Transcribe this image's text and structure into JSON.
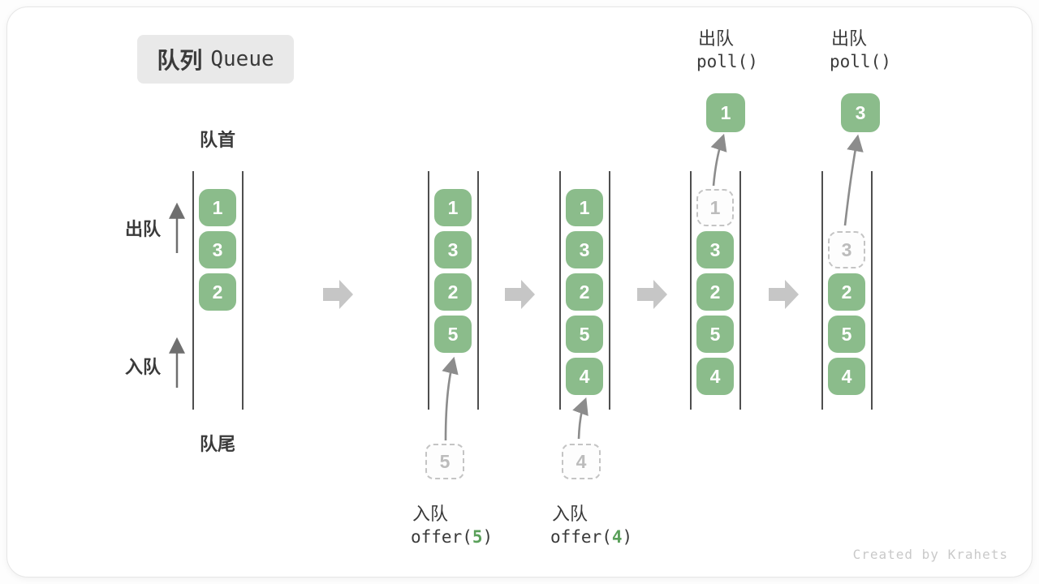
{
  "title": {
    "zh": "队列",
    "en": "Queue"
  },
  "labels": {
    "front": "队首",
    "rear": "队尾",
    "dequeue": "出队",
    "enqueue": "入队"
  },
  "queues": [
    {
      "name": "initial",
      "slots": [
        {
          "value": "1",
          "style": "solid"
        },
        {
          "value": "3",
          "style": "solid"
        },
        {
          "value": "2",
          "style": "solid"
        }
      ]
    },
    {
      "name": "after-offer-5",
      "slots": [
        {
          "value": "1",
          "style": "solid"
        },
        {
          "value": "3",
          "style": "solid"
        },
        {
          "value": "2",
          "style": "solid"
        },
        {
          "value": "5",
          "style": "solid"
        }
      ],
      "pending": {
        "value": "5"
      }
    },
    {
      "name": "after-offer-4",
      "slots": [
        {
          "value": "1",
          "style": "solid"
        },
        {
          "value": "3",
          "style": "solid"
        },
        {
          "value": "2",
          "style": "solid"
        },
        {
          "value": "5",
          "style": "solid"
        },
        {
          "value": "4",
          "style": "solid"
        }
      ],
      "pending": {
        "value": "4"
      }
    },
    {
      "name": "poll-1",
      "slots": [
        {
          "value": "1",
          "style": "dashed"
        },
        {
          "value": "3",
          "style": "solid"
        },
        {
          "value": "2",
          "style": "solid"
        },
        {
          "value": "5",
          "style": "solid"
        },
        {
          "value": "4",
          "style": "solid"
        }
      ],
      "out": {
        "label": "出队",
        "code": "poll()",
        "value": "1"
      }
    },
    {
      "name": "poll-3",
      "slots": [
        {
          "value": "3",
          "style": "dashed"
        },
        {
          "value": "2",
          "style": "solid"
        },
        {
          "value": "5",
          "style": "solid"
        },
        {
          "value": "4",
          "style": "solid"
        }
      ],
      "out": {
        "label": "出队",
        "code": "poll()",
        "value": "3"
      }
    }
  ],
  "operations": [
    {
      "label": "入队",
      "code_prefix": "offer(",
      "arg": "5",
      "code_suffix": ")"
    },
    {
      "label": "入队",
      "code_prefix": "offer(",
      "arg": "4",
      "code_suffix": ")"
    }
  ],
  "watermark": "Created by Krahets",
  "colors": {
    "block_green": "#8bbc8b",
    "digit_green": "#5aa05a",
    "big_arrow": "#c6c6c6",
    "curve_arrow": "#8c8c8c",
    "queue_line": "#4f4f4f",
    "dashed_border": "#c4c4c4",
    "text_dark": "#3a3a3a",
    "watermark_gray": "#c9c9c9",
    "badge_bg": "#e9e9e9"
  }
}
